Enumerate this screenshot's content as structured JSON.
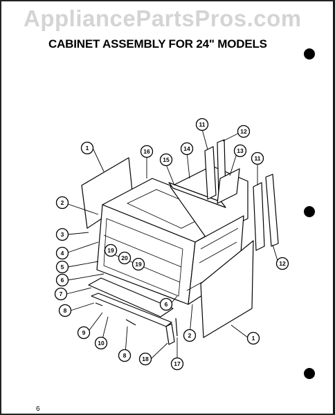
{
  "watermark": "AppliancePartsPros.com",
  "title": "CABINET ASSEMBLY FOR 24\" MODELS",
  "page_number": "6",
  "callouts": [
    {
      "id": "c1a",
      "label": "1"
    },
    {
      "id": "c16",
      "label": "16"
    },
    {
      "id": "c14",
      "label": "14"
    },
    {
      "id": "c15",
      "label": "15"
    },
    {
      "id": "c11a",
      "label": "11"
    },
    {
      "id": "c12a",
      "label": "12"
    },
    {
      "id": "c13",
      "label": "13"
    },
    {
      "id": "c11b",
      "label": "11"
    },
    {
      "id": "c2a",
      "label": "2"
    },
    {
      "id": "c3",
      "label": "3"
    },
    {
      "id": "c4",
      "label": "4"
    },
    {
      "id": "c19a",
      "label": "19"
    },
    {
      "id": "c20",
      "label": "20"
    },
    {
      "id": "c19b",
      "label": "19"
    },
    {
      "id": "c5",
      "label": "5"
    },
    {
      "id": "c6a",
      "label": "6"
    },
    {
      "id": "c7",
      "label": "7"
    },
    {
      "id": "c8a",
      "label": "8"
    },
    {
      "id": "c9",
      "label": "9"
    },
    {
      "id": "c10",
      "label": "10"
    },
    {
      "id": "c8b",
      "label": "8"
    },
    {
      "id": "c18",
      "label": "18"
    },
    {
      "id": "c17",
      "label": "17"
    },
    {
      "id": "c2b",
      "label": "2"
    },
    {
      "id": "c6b",
      "label": "6"
    },
    {
      "id": "c1b",
      "label": "1"
    },
    {
      "id": "c12b",
      "label": "12"
    }
  ]
}
